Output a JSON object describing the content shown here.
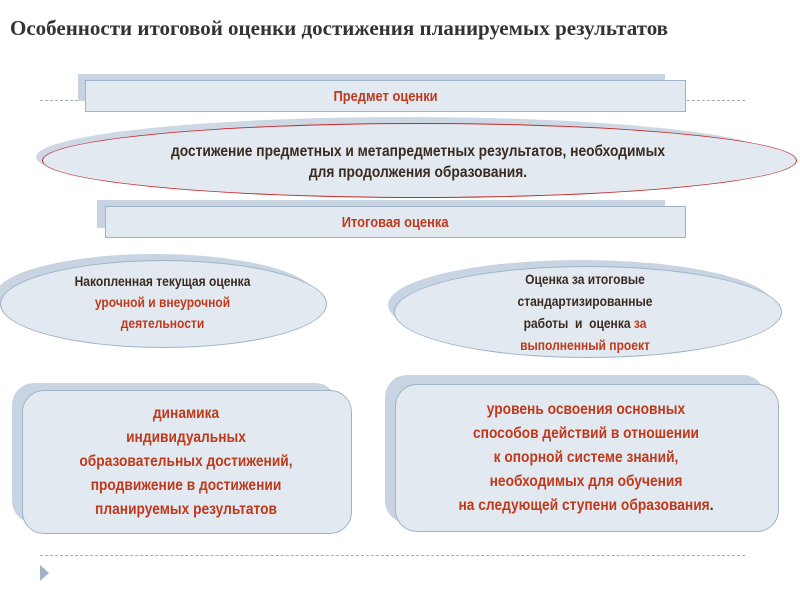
{
  "title": "Особенности итоговой оценки достижения планируемых результатов",
  "subject_header": "Предмет оценки",
  "subject_text": [
    "достижение предметных и метапредметных результатов, необходимых",
    "для продолжения образования."
  ],
  "final_header": "Итоговая оценка",
  "left_oval": {
    "line1": "Накопленная текущая оценка",
    "line2": "урочной и внеурочной",
    "line3": "деятельности"
  },
  "right_oval": {
    "line1": "Оценка за итоговые",
    "line2": "стандартизированные",
    "line3a": "работы  и  оценка ",
    "line3b": "за",
    "line4": "выполненный проект"
  },
  "left_box": [
    "динамика",
    "индивидуальных",
    "образовательных достижений,",
    "продвижение в достижении",
    "планируемых результатов"
  ],
  "right_box": [
    "уровень освоения основных",
    "способов действий в отношении",
    "к опорной системе знаний,",
    "необходимых для обучения",
    "на следующей ступени образования"
  ],
  "right_box_period": "."
}
